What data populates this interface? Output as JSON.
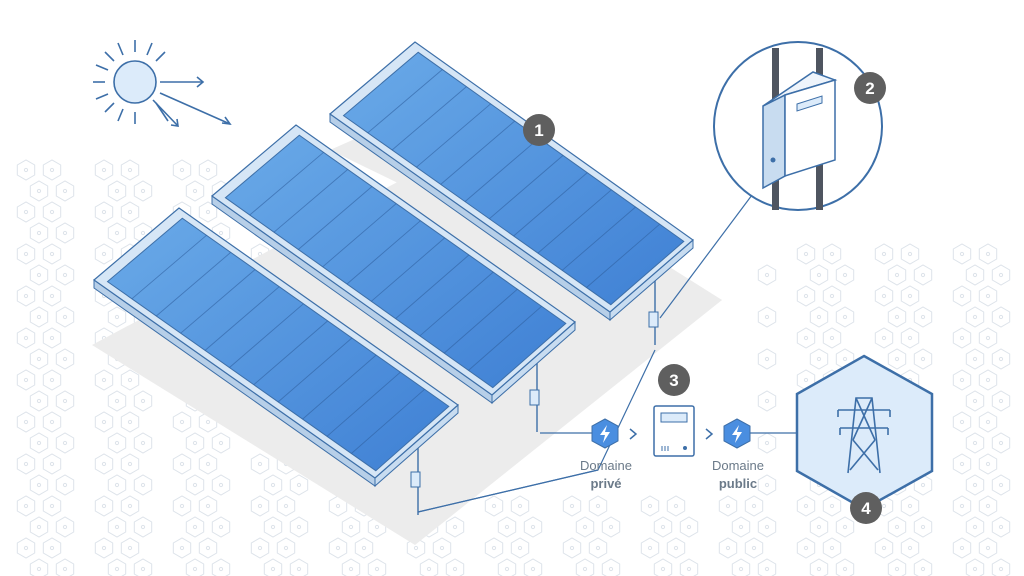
{
  "badges": {
    "panels": "1",
    "junction_box": "2",
    "meter": "3",
    "grid": "4"
  },
  "labels": {
    "private_line1": "Domaine",
    "private_line2": "privé",
    "public_line1": "Domaine",
    "public_line2": "public"
  },
  "colors": {
    "panel_blue": "#4a8ee0",
    "panel_blue_light": "#6aaae8",
    "frame_light": "#d6e6f6",
    "outline": "#3d6fa8",
    "badge": "#5f5f5f",
    "hex_pattern": "#dde3ea",
    "ground": "#ececec",
    "grid_hex_fill": "#dcebfa"
  },
  "icons": {
    "sun": "sun-icon",
    "junction_box": "junction-box-icon",
    "lightning": "lightning-icon",
    "meter": "electric-meter-icon",
    "pylon": "power-pylon-icon",
    "arrow": "arrow-right-icon"
  }
}
